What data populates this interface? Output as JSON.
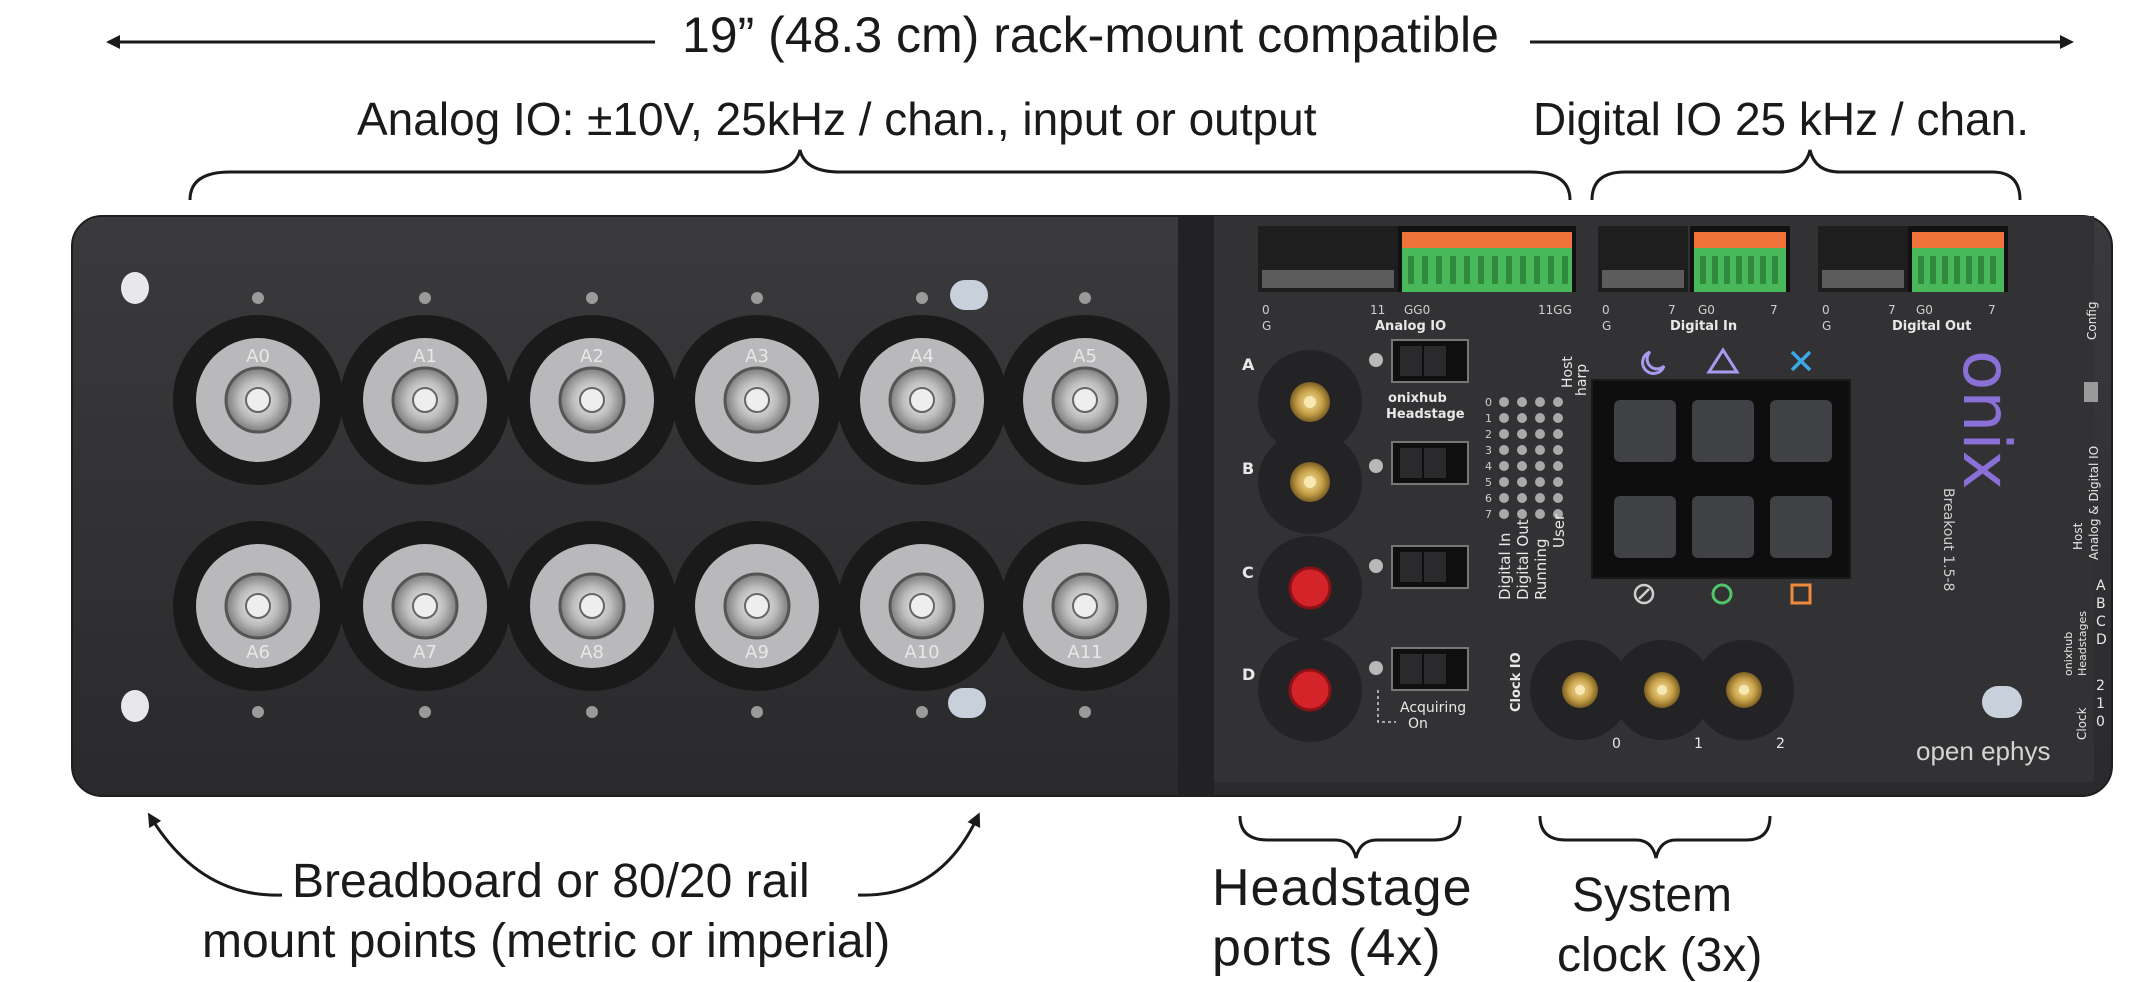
{
  "annotations": {
    "rack": "19” (48.3 cm) rack-mount compatible",
    "analog": "Analog IO: ±10V, 25kHz / chan., input or output",
    "digital": "Digital IO 25 kHz / chan.",
    "mount_line1": "Breadboard or 80/20 rail",
    "mount_line2": "mount points (metric or imperial)",
    "headstage_line1": "Headstage",
    "headstage_line2": "ports (4x)",
    "clock_line1": "System",
    "clock_line2": "clock (3x)"
  },
  "panel": {
    "analog_channels_top": [
      "A0",
      "A1",
      "A2",
      "A3",
      "A4",
      "A5"
    ],
    "analog_channels_bottom": [
      "A6",
      "A7",
      "A8",
      "A9",
      "A10",
      "A11"
    ],
    "headstage_ports": [
      "A",
      "B",
      "C",
      "D"
    ],
    "onixhub_label": "onixhub",
    "headstage_label": "Headstage",
    "acquiring_label": "Acquiring",
    "on_label": "On",
    "host_label": "Host",
    "harp_label": "harp",
    "led_numbers": [
      "0",
      "1",
      "2",
      "3",
      "4",
      "5",
      "6",
      "7"
    ],
    "led_columns": [
      "Digital In",
      "Digital Out",
      "Running",
      "User"
    ],
    "clock_io_label": "Clock IO",
    "clock_numbers": [
      "0",
      "1",
      "2"
    ],
    "connector_analog": {
      "left": "0",
      "mid": "11",
      "g": "GG0",
      "right": "11GG",
      "name": "Analog IO",
      "g_small": "G"
    },
    "connector_din": {
      "left": "0",
      "mid": "7",
      "g": "G0",
      "right": "7",
      "name": "Digital In",
      "g_small": "G"
    },
    "connector_dout": {
      "left": "0",
      "mid": "7",
      "g": "G0",
      "right": "7",
      "name": "Digital Out",
      "g_small": "G"
    },
    "logo": "onix",
    "breakout_label": "Breakout 1.5-8",
    "brand": "open ephys",
    "side_config": "Config",
    "side_host": "Host",
    "side_analog_digital": "Analog & Digital IO",
    "side_onixhub": "onixhub",
    "side_headstages": "Headstages",
    "side_ports": [
      "A",
      "B",
      "C",
      "D"
    ],
    "side_clock": "Clock",
    "side_clock_nums": [
      "2",
      "1",
      "0"
    ]
  },
  "colors": {
    "panel": "#2f2f31",
    "panel_edge": "#1e1e20",
    "terminal_green": "#49b85a",
    "terminal_orange": "#f0743a",
    "button_red": "#d4242a",
    "sma_gold": "#c9a24a",
    "button_key": "#3f4144",
    "logo_purple": "#8a6fd6",
    "logo_teal": "#3fb3a4",
    "logo_orange": "#f08a3a",
    "icon_blue": "#3aa9e6",
    "icon_green": "#52c46a",
    "icon_orange": "#f08a3a",
    "icon_purple": "#a79bf0"
  }
}
